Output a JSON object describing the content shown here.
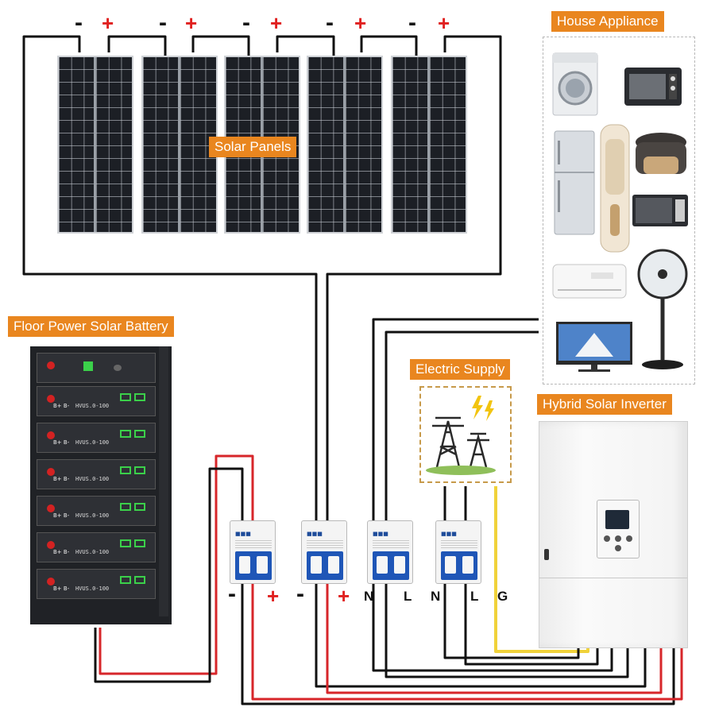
{
  "labels": {
    "solar_panels": "Solar Panels",
    "house_appliance": "House Appliance",
    "battery": "Floor Power Solar Battery",
    "electric_supply": "Electric Supply",
    "inverter": "Hybrid Solar Inverter"
  },
  "panel_polarity": [
    {
      "neg": "-",
      "pos": "+"
    },
    {
      "neg": "-",
      "pos": "+"
    },
    {
      "neg": "-",
      "pos": "+"
    },
    {
      "neg": "-",
      "pos": "+"
    },
    {
      "neg": "-",
      "pos": "+"
    }
  ],
  "terminal_labels": [
    "-",
    "+",
    "-",
    "+",
    "N",
    "L",
    "N",
    "L",
    "G"
  ],
  "battery": {
    "module_model": "HVUS.0-100",
    "module_polarity": "B+ B-"
  },
  "appliances": [
    "washing-machine",
    "toaster-oven",
    "refrigerator",
    "tower-air-conditioner",
    "rice-cooker",
    "microwave",
    "wall-air-conditioner",
    "stand-fan",
    "television"
  ],
  "colors": {
    "accent": "#e9861f",
    "positive_wire": "#d7262a",
    "negative_wire": "#111111",
    "ground_wire": "#f0d23a",
    "breaker_blue": "#1f56b7"
  }
}
